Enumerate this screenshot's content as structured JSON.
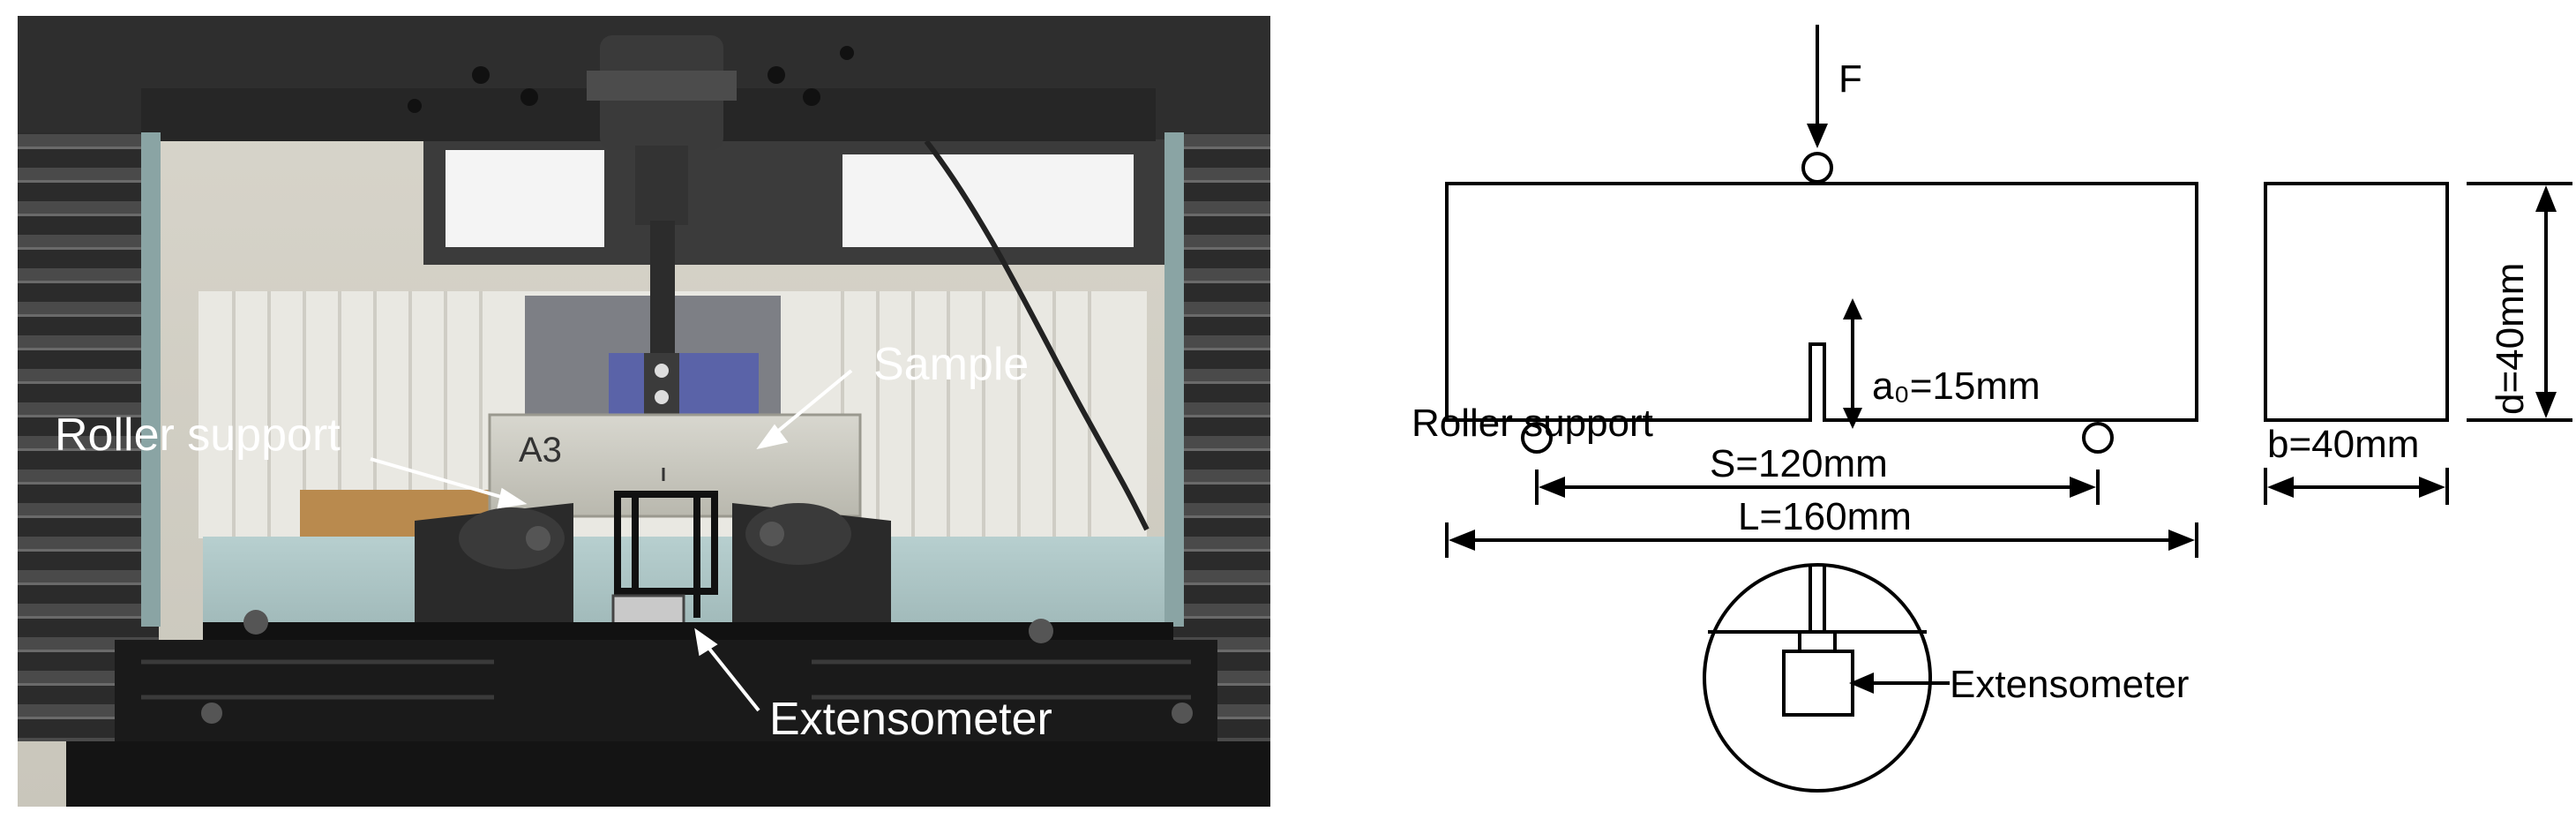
{
  "photo": {
    "labels": {
      "sample": "Sample",
      "roller_support": "Roller support",
      "extensometer": "Extensometer",
      "specimen_marking": "A3"
    }
  },
  "schematic": {
    "force": "F",
    "notch_depth": "a₀=15mm",
    "height": "d=40mm",
    "roller_support": "Roller support",
    "span": "S=120mm",
    "length": "L=160mm",
    "width": "b=40mm",
    "extensometer": "Extensometer"
  }
}
